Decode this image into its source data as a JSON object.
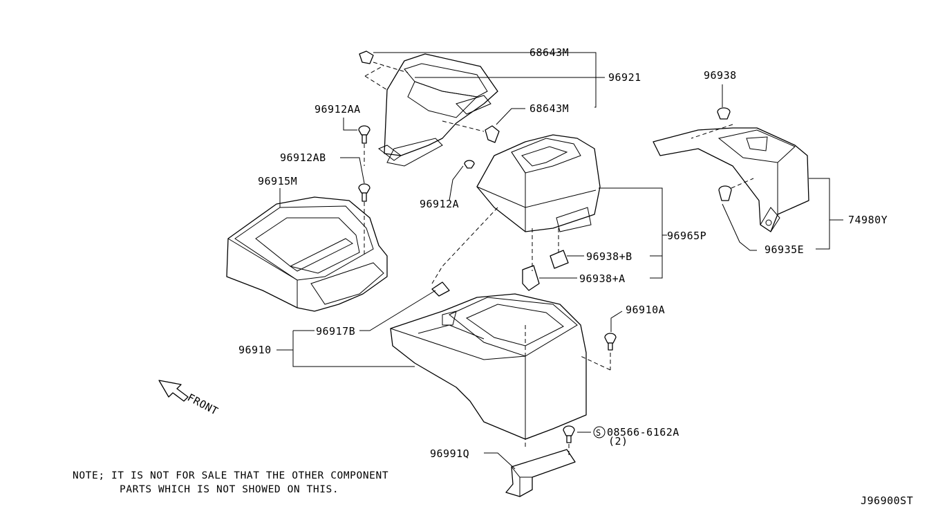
{
  "labels": {
    "p68643m_top": "68643M",
    "p96921": "96921",
    "p68643m_mid": "68643M",
    "p96912aa": "96912AA",
    "p96912ab": "96912AB",
    "p96915m": "96915M",
    "p96912a": "96912A",
    "p96938": "96938",
    "p74980y": "74980Y",
    "p96935e": "96935E",
    "p96965p": "96965P",
    "p96938b": "96938+B",
    "p96938a": "96938+A",
    "p96910a": "96910A",
    "p96917b": "96917B",
    "p96910": "96910",
    "p08566": "08566-6162A",
    "p08566_qty": "(2)",
    "p08566_prefix": "S",
    "p96991q": "96991Q"
  },
  "front_label": "FRONT",
  "note": {
    "line1": "NOTE;  IT IS NOT FOR SALE THAT THE OTHER COMPONENT",
    "line2": "PARTS WHICH IS NOT SHOWED ON THIS."
  },
  "diagram_id": "J96900ST"
}
